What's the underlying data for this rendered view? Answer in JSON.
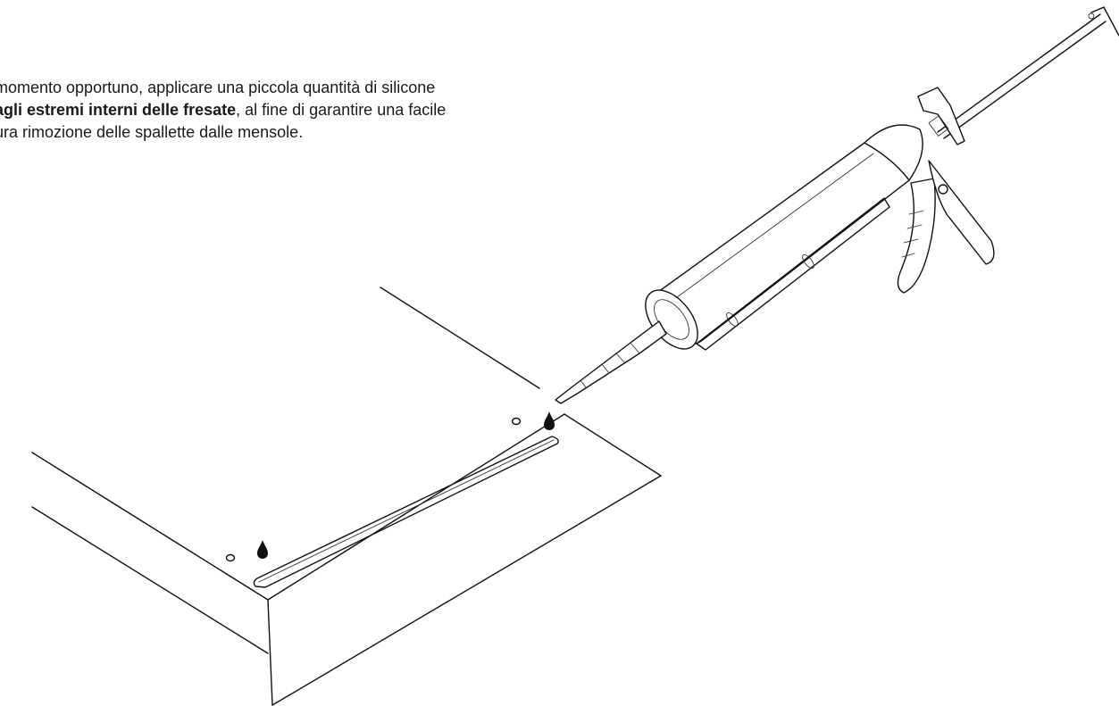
{
  "instruction": {
    "line1": "momento opportuno, applicare una piccola quantità di silicone",
    "line2_bold": "agli estremi interni delle fresate",
    "line2_rest": ", al fine di garantire una facile",
    "line3": "ura rimozione delle spallette dalle mensole."
  },
  "icons": {
    "silicone_drop": "silicone-drop-icon",
    "caulking_gun": "caulking-gun-icon"
  },
  "colors": {
    "ink": "#111111",
    "background": "#ffffff"
  }
}
